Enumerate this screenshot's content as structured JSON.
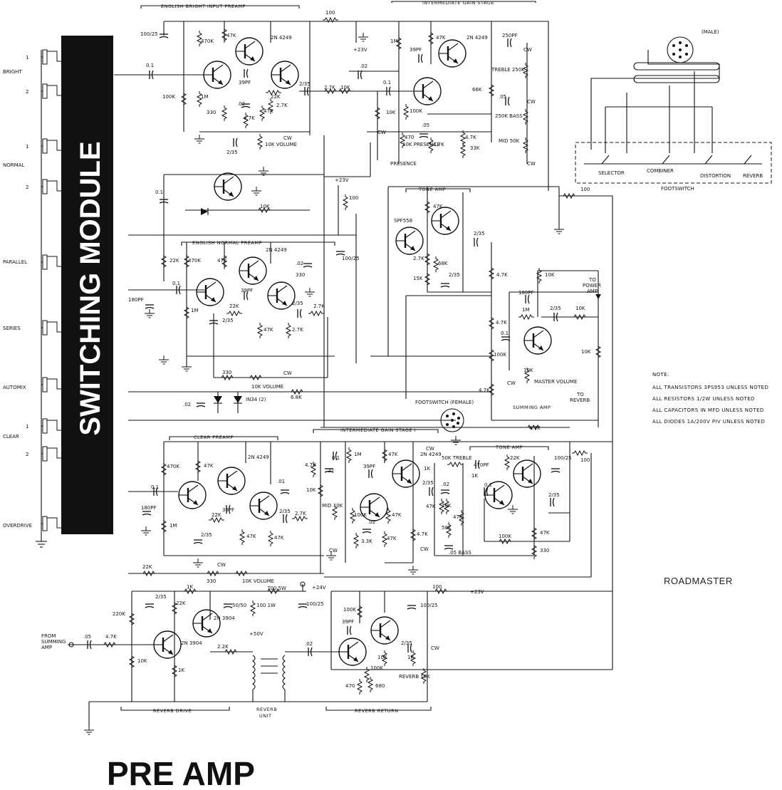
{
  "switching_module": {
    "title": "SWITCHING MODULE",
    "inputs": [
      {
        "name": "BRIGHT",
        "jacks": [
          "1",
          "2"
        ]
      },
      {
        "name": "NORMAL",
        "jacks": [
          "1",
          "2"
        ]
      },
      {
        "name": "PARALLEL",
        "jacks": []
      },
      {
        "name": "SERIES",
        "jacks": []
      },
      {
        "name": "AUTOMIX",
        "jacks": []
      },
      {
        "name": "CLEAR",
        "jacks": [
          "1",
          "2"
        ]
      },
      {
        "name": "OVERDRIVE",
        "jacks": []
      }
    ]
  },
  "sections": {
    "english_bright": "ENGLISH BRIGHT INPUT PREAMP",
    "intermediate_top": "INTERMEDIATE GAIN STAGE",
    "english_normal": "ENGLISH NORMAL PREAMP",
    "tone_amp_top": "TONE AMP",
    "summing_amp": "SUMMING AMP",
    "clear_preamp": "CLEAR PREAMP",
    "intermediate_bottom": "INTERMEDIATE GAIN STAGE I",
    "tone_amp_bottom": "TONE AMP",
    "reverb_drive": "REVERB DRIVE",
    "reverb_unit": "REVERB\nUNIT",
    "reverb_return": "REVERB RETURN"
  },
  "footswitch_box": {
    "connector": "(MALE)",
    "switches": [
      "SELECTOR",
      "COMBINER",
      "DISTORTION",
      "REVERB"
    ],
    "label": "FOOTSWITCH"
  },
  "footswitch_female": "FOOTSWITCH (FEMALE)",
  "notes": {
    "heading": "NOTE:",
    "lines": [
      "ALL TRANSISTORS 3PS953 UNLESS NOTED",
      "ALL RESISTORS 1/2W UNLESS NOTED",
      "ALL CAPACITORS IN MFD UNLESS NOTED",
      "ALL DIODES 1A/200V PIV UNLESS NOTED"
    ]
  },
  "brand": "ROADMASTER",
  "title": "PRE AMP",
  "rails": {
    "v23": "+23V",
    "v24": "+24V",
    "v50": "+50V"
  },
  "outputs": {
    "power_amp": "TO POWER AMP",
    "reverb": "TO REVERB",
    "from_summing": "FROM SUMMING AMP"
  },
  "components": {
    "r_100_top": "100",
    "c_100_25_a": "100/25",
    "r_470k_a": "470K",
    "r_47k_a": "47K",
    "q_2n4249_a": "2N 4249",
    "c_0_1_a": "0.1",
    "r_100k_a": "100K",
    "r_1m_a": "1M",
    "r_330_a": "330",
    "c_39pf_a": "39PF",
    "c_02_a": ".02",
    "r_22k_a": "22K",
    "r_2_7k_a": "2.7K",
    "r_47k_b": "4.7K",
    "c_2_35_a": "2/35",
    "r_2_7k_b": "2.7K",
    "c_02_b": ".02",
    "r_10k_a": "10K",
    "c_0_1_b": "0.1",
    "r_1m_b": "1M",
    "c_39pf_b": "39PF",
    "r_47k_c": "47K",
    "q_2n4249_b": "2N 4249",
    "c_250pf": "250PF",
    "treble": "TREBLE 250K",
    "r_66k": "66K",
    "c_05_a": ".05",
    "bass": "250K BASS",
    "r_47k_d": "4.7K",
    "r_33k": "33K",
    "mid": "MID 50K",
    "r_47k_e": "47K",
    "r_10k_b": "10K",
    "r_100k_b": "100K",
    "r_470": "470",
    "presence": "PRESENCE",
    "presence_10k": "10K PRESENCE",
    "c_05_b": ".05",
    "r_47k_f": "4.7K",
    "volume_a": "10K VOLUME",
    "c_2_35_b": "2/35",
    "cw": "CW",
    "c_0_1_c": "0.1",
    "r_10k_c": "10K",
    "r_100_b": "100",
    "c_100_25_b": "100/25",
    "spf558": "SPF558",
    "r_47k_g": "47K",
    "c_2_35_c": "2/35",
    "r_2_7k_c": "2.7K",
    "r_68k": "68K",
    "c_2_35_d": "2/35",
    "r_15k": "15K",
    "r_47k_h": "4.7K",
    "r_10k_d": "10K",
    "c_180pf_a": "180PF",
    "r_1m_c": "1M",
    "c_2_35_e": "2/35",
    "r_10k_e": "10K",
    "r_10k_f": "10K",
    "r_47k_i": "4.7K",
    "c_0_1_d": "0.1",
    "r_100k_c": "100K",
    "master": "MASTER VOLUME",
    "r_10k_g": "10K",
    "r_47k_j": "4.7K",
    "r_100_c": "100",
    "c_180pf_b": "180PF",
    "r_22k_b": "22K",
    "r_470k_b": "470K",
    "r_47k_k": "47K",
    "q_2n4249_c": "2N 4249",
    "c_02_c": ".02",
    "c_330": "330",
    "c_0_1_e": "0.1",
    "c_39pf_c": "39PF",
    "r_1m_d": "1M",
    "r_22k_c": "22K",
    "c_2_35_f": "2/35",
    "c_2_35_g": "2/35",
    "r_2_7k_d": "2.7K",
    "r_47k_l": "47K",
    "r_2_7k_e": "2.7K",
    "r_330_b": "330",
    "volume_b": "10K VOLUME",
    "c_02_d": ".02",
    "diodes": "IN34 (2)",
    "r_6_8k": "6.8K",
    "r_47k_m": "4.7K",
    "r_470k_c": "470K",
    "r_47k_n": "47K",
    "q_2n4249_d": "2N 4249",
    "c_0_1_f": "0.1",
    "c_180pf_c": "180PF",
    "r_1m_e": "1M",
    "r_22k_d": "22K",
    "c_39pf_d": "39PF",
    "c_2_35_h": "2/35",
    "c_2_35_i": "2/35",
    "r_2_7k_f": "2.7K",
    "r_47k_o": "47K",
    "r_47k_p": "47K",
    "c_01": ".01",
    "r_47k_q": "4.7K",
    "r_10k_h": "10K",
    "c_22": ".22",
    "mid_10k": "MID 10K",
    "c_0_1_g": "0.1",
    "r_1m_f": "1M",
    "c_39pf_e": "39PF",
    "r_47k_r": "47K",
    "q_2n4249_e": "2N 4249",
    "r_1k_a": "1K",
    "treble_50k": "50K TREBLE",
    "c_470pf": "470PF",
    "r_1k_b": "1K",
    "r_22k_e": "22K",
    "r_100k_d": "100K",
    "c_02_e": ".02",
    "c_2_35_j": "2/35",
    "r_47k_s": "47K",
    "r_47k_t": "47K",
    "r_3_3k": "3.3K",
    "r_47k_u": "47K",
    "r_47k_v": "4.7K",
    "c_02_f": ".02",
    "r_47k_w": "47K",
    "r_10k_i": "10K",
    "r_50k": "50K",
    "c_05_bass": ".05 BASS",
    "c_0_1_h": "0.1",
    "r_100k_e": "100K",
    "r_47k_x": "47K",
    "r_330_c": "330",
    "c_2_35_k": "2/35",
    "c_100_25_c": "100/25",
    "r_100_d": "100",
    "r_22k_f": "22K",
    "r_330_d": "330",
    "volume_c": "10K VOLUME",
    "r_1k_c": "1K",
    "c_2_35_l": "2/35",
    "r_22k_g": "22K",
    "r_700": "700 5W",
    "c_50_50": "50/50",
    "r_100_1w": "100 1W",
    "c_100_25_d": "100/25",
    "r_220k": "220K",
    "c_05_c": ".05",
    "r_4_7k_y": "4.7K",
    "q_2n3904_a": "2N 3904",
    "q_2n3904_b": "2N 3904",
    "r_2_2k": "2.2K",
    "r_10k_j": "10K",
    "r_1k_d": "1K",
    "c_02_g": ".02",
    "r_100_e": "100",
    "c_100_25_e": "100/25",
    "r_100k_f": "100K",
    "c_39pf_f": "39PF",
    "r_10k_k": "10K",
    "c_2_35_m": "2/35",
    "r_1k_e": "1K",
    "r_100k_g": "100K",
    "r_470_b": "470",
    "r_680": "680",
    "reverb_pot": "REVERB 10K"
  }
}
